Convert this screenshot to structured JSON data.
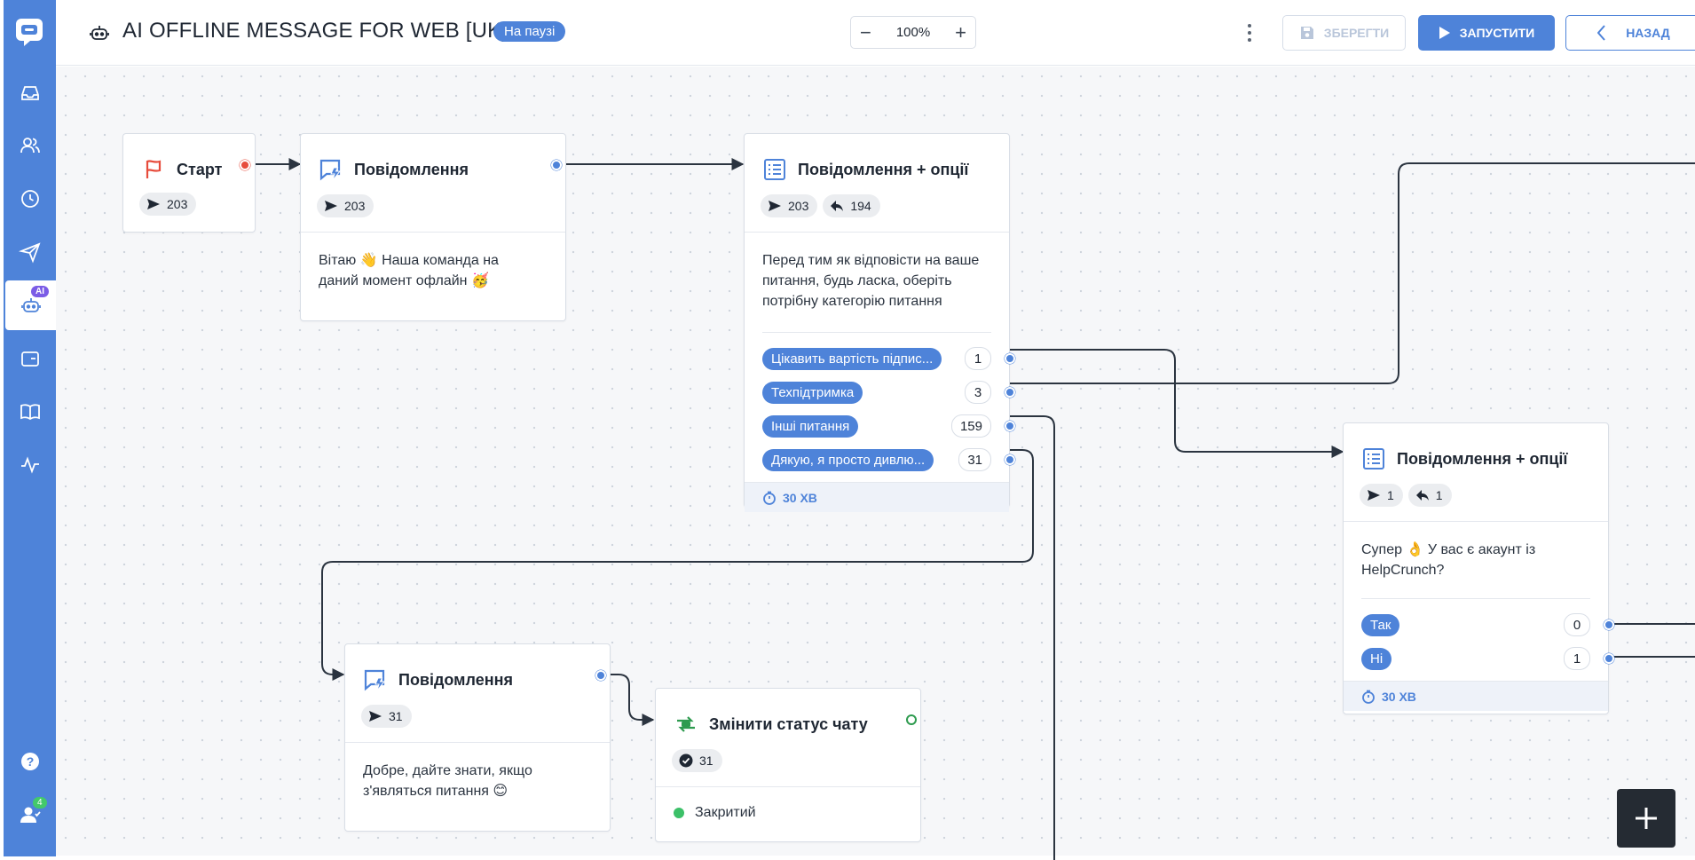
{
  "header": {
    "title": "AI OFFLINE MESSAGE FOR WEB [UK]",
    "status_badge": "На паузі",
    "zoom": {
      "minus": "−",
      "value": "100%",
      "plus": "+"
    },
    "save_label": "ЗБЕРЕГТИ",
    "run_label": "ЗАПУСТИТИ",
    "back_label": "НАЗАД"
  },
  "sidebar": {
    "items": [
      {
        "name": "inbox-icon"
      },
      {
        "name": "contacts-icon"
      },
      {
        "name": "history-icon"
      },
      {
        "name": "send-icon"
      },
      {
        "name": "chatbot-icon",
        "badge": "AI",
        "active": true
      },
      {
        "name": "window-icon"
      },
      {
        "name": "book-icon"
      },
      {
        "name": "activity-icon"
      }
    ],
    "help": {
      "name": "help-icon"
    },
    "agents": {
      "name": "agents-icon",
      "count": "4"
    }
  },
  "nodes": {
    "start": {
      "title": "Старт",
      "sent": "203"
    },
    "msg1": {
      "title": "Повідомлення",
      "sent": "203",
      "text": "Вітаю 👋 Наша команда на даний момент офлайн 🥳"
    },
    "opts1": {
      "title": "Повідомлення + опції",
      "sent": "203",
      "replied": "194",
      "text": "Перед тим як відповісти на ваше питання, будь ласка, оберіть потрібну категорію питання",
      "options": [
        {
          "label": "Цікавить вартість підпис...",
          "count": "1"
        },
        {
          "label": "Техпідтримка",
          "count": "3"
        },
        {
          "label": "Інші питання",
          "count": "159"
        },
        {
          "label": "Дякую, я просто дивлю...",
          "count": "31"
        }
      ],
      "timer": "30 ХВ"
    },
    "opts2": {
      "title": "Повідомлення + опції",
      "sent": "1",
      "replied": "1",
      "text": "Супер 👌 У вас є акаунт із HelpCrunch?",
      "options": [
        {
          "label": "Так",
          "count": "0"
        },
        {
          "label": "Ні",
          "count": "1"
        }
      ],
      "timer": "30 ХВ"
    },
    "msg2": {
      "title": "Повідомлення",
      "sent": "31",
      "text": "Добре, дайте знати, якщо з'являться питання 😊"
    },
    "status": {
      "title": "Змінити статус чату",
      "done": "31",
      "status_label": "Закритий"
    }
  },
  "colors": {
    "accent": "#4e83d9",
    "start_flag": "#e74c3c",
    "status_green": "#2e9b4f",
    "ai_badge": "#7b5ce6",
    "dark_button": "#252b33"
  },
  "fab": {
    "icon": "plus-icon"
  }
}
